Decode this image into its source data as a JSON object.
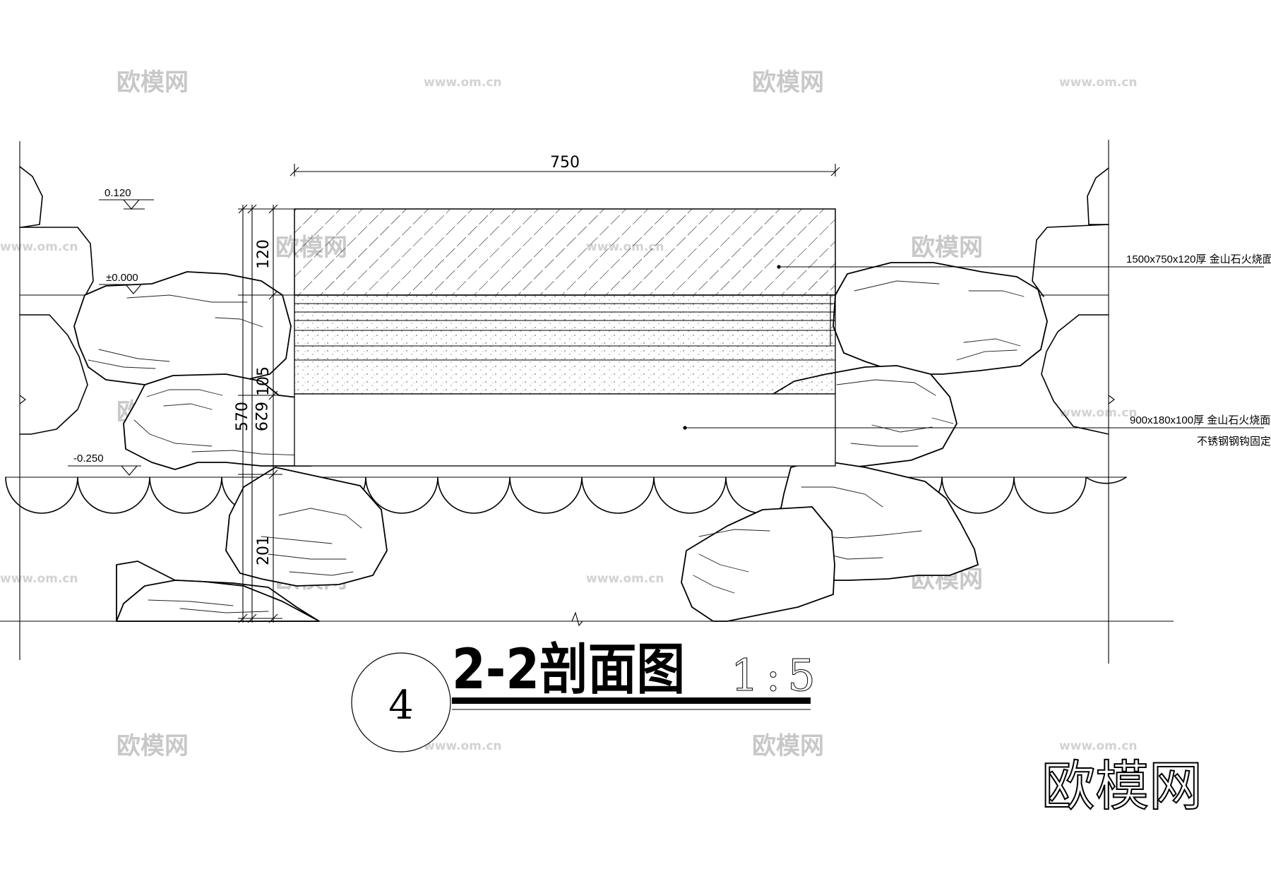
{
  "dimensions": {
    "width": "750",
    "stone_thickness": "120",
    "beam_height": "105",
    "overall_a": "570",
    "overall_b": "629",
    "lower": "201"
  },
  "elevations": {
    "top": "0.120",
    "ground": "±0.000",
    "water": "-0.250"
  },
  "callouts": {
    "slab": "1500x750x120厚 金山石火烧面",
    "beam": "900x180x100厚 金山石火烧面",
    "beam_fix": "不锈钢钢钩固定"
  },
  "title": {
    "name": "2-2剖面图",
    "scale": "1:5",
    "detail_number": "4"
  },
  "watermarks": {
    "brand": "欧模网",
    "url": "www.om.cn"
  }
}
